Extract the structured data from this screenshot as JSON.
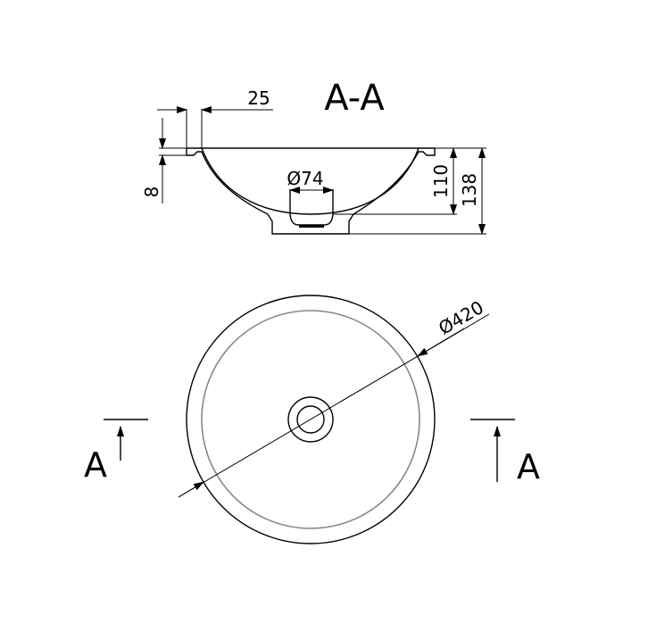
{
  "section": {
    "title": "A-A",
    "dim_rim_width": "25",
    "dim_rim_thickness": "8",
    "dim_drain_diameter": "Ø74",
    "dim_bowl_depth": "110",
    "dim_total_height": "138"
  },
  "plan": {
    "dim_diameter": "Ø420",
    "section_mark_left": "A",
    "section_mark_right": "A"
  }
}
